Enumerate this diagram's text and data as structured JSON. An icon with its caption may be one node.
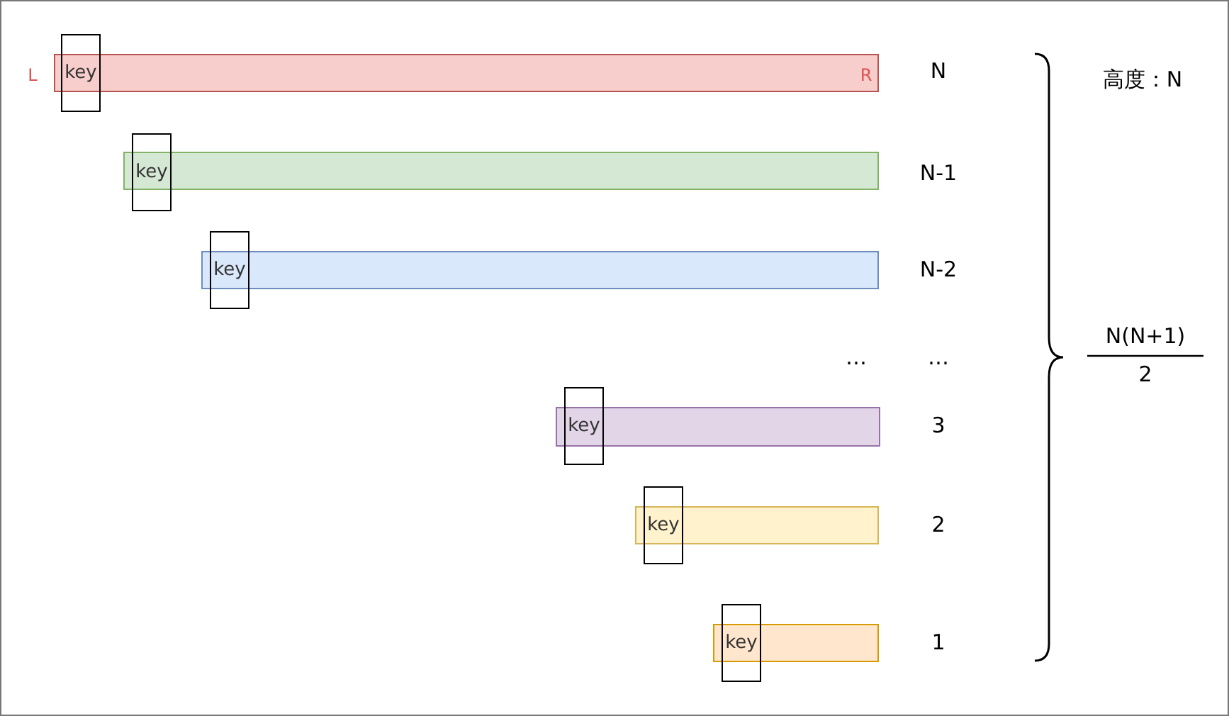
{
  "diagram": {
    "nodes": [
      {
        "text": [],
        "shape": "bar"
      },
      {
        "text": [
          "key"
        ]
      },
      {
        "text": [],
        "shape": "bar"
      },
      {
        "text": [
          "key"
        ]
      },
      {
        "text": [],
        "shape": "bar"
      },
      {
        "text": [
          "key"
        ]
      },
      {
        "text": [],
        "shape": "bar"
      },
      {
        "text": [
          "key"
        ]
      },
      {
        "text": [],
        "shape": "bar"
      },
      {
        "text": [
          "key"
        ]
      },
      {
        "text": [],
        "shape": "bar"
      },
      {
        "text": [
          "key"
        ]
      }
    ],
    "edges": [],
    "labels": [
      "L",
      "R",
      "N",
      "高度：N",
      "N-1",
      "N-2",
      "…",
      "…",
      "N(N+1)",
      "2",
      "3",
      "2",
      "1"
    ]
  }
}
